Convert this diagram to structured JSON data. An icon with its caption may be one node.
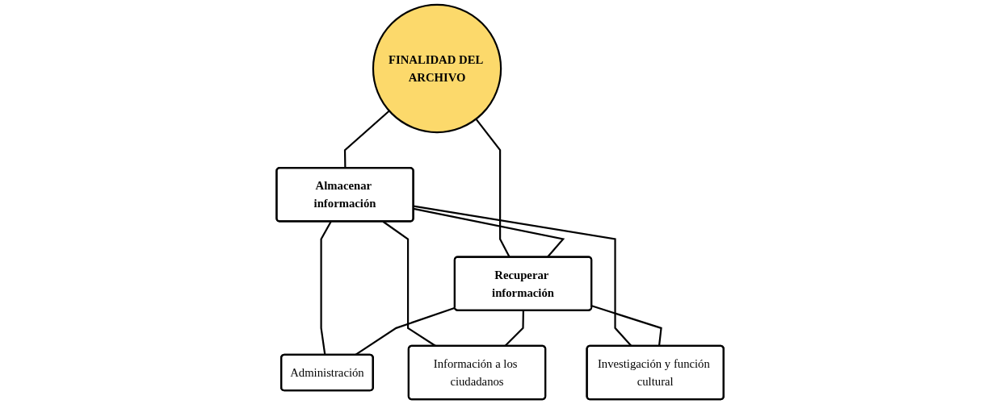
{
  "diagram": {
    "nodes": [
      {
        "text": [
          "FINALIDAD DEL ARCHIVO"
        ]
      },
      {
        "text": [
          "Almacenar información"
        ]
      },
      {
        "text": [
          "Recuperar información"
        ]
      },
      {
        "text": [
          "Administración"
        ]
      },
      {
        "text": [
          "Información a los ciudadanos"
        ]
      },
      {
        "text": [
          "Investigación y función cultural"
        ]
      }
    ],
    "edges": [
      {
        "from": 0,
        "to": 1,
        "arrow": "none"
      },
      {
        "from": 0,
        "to": 2,
        "arrow": "none"
      },
      {
        "from": 1,
        "to": 2,
        "arrow": "none"
      },
      {
        "from": 1,
        "to": 3,
        "arrow": "none"
      },
      {
        "from": 1,
        "to": 4,
        "arrow": "none"
      },
      {
        "from": 1,
        "to": 5,
        "arrow": "none"
      },
      {
        "from": 2,
        "to": 3,
        "arrow": "none"
      },
      {
        "from": 2,
        "to": 4,
        "arrow": "none"
      },
      {
        "from": 2,
        "to": 5,
        "arrow": "none"
      }
    ]
  }
}
